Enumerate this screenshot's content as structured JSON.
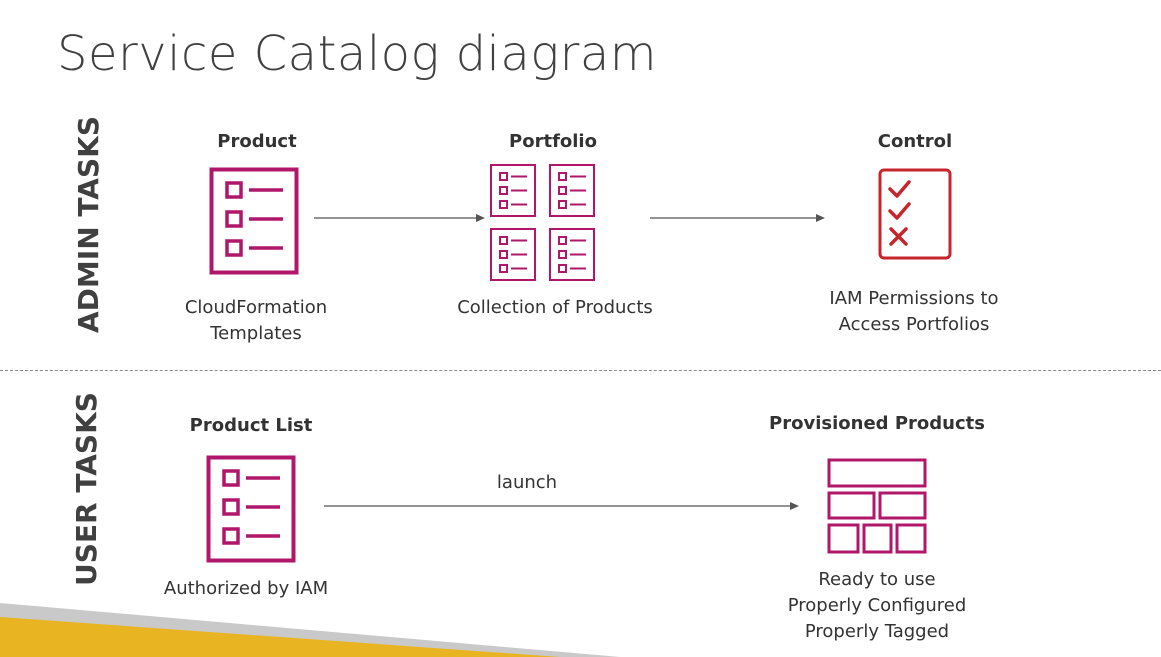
{
  "title": "Service Catalog diagram",
  "sections": {
    "admin": {
      "label": "ADMIN TASKS",
      "items": [
        {
          "heading": "Product",
          "icon": "checklist-icon",
          "caption": [
            "CloudFormation",
            "Templates"
          ]
        },
        {
          "heading": "Portfolio",
          "icon": "portfolio-icon",
          "caption": [
            "Collection of Products"
          ]
        },
        {
          "heading": "Control",
          "icon": "permissions-checklist-icon",
          "caption": [
            "IAM Permissions to",
            "Access Portfolios"
          ]
        }
      ]
    },
    "user": {
      "label": "USER TASKS",
      "items": [
        {
          "heading": "Product List",
          "icon": "checklist-icon",
          "caption": [
            "Authorized by IAM"
          ]
        },
        {
          "heading": "Provisioned Products",
          "icon": "provisioned-grid-icon",
          "caption": [
            "Ready to use",
            "Properly Configured",
            "Properly Tagged"
          ]
        }
      ],
      "arrow_label": "launch"
    }
  },
  "colors": {
    "product_icon": "#b0176b",
    "control_icon": "#c7252e",
    "text": "#333333",
    "title": "#404040",
    "arrow": "#555555",
    "accent_yellow": "#e9b422",
    "accent_gray": "#c9c9c9"
  }
}
